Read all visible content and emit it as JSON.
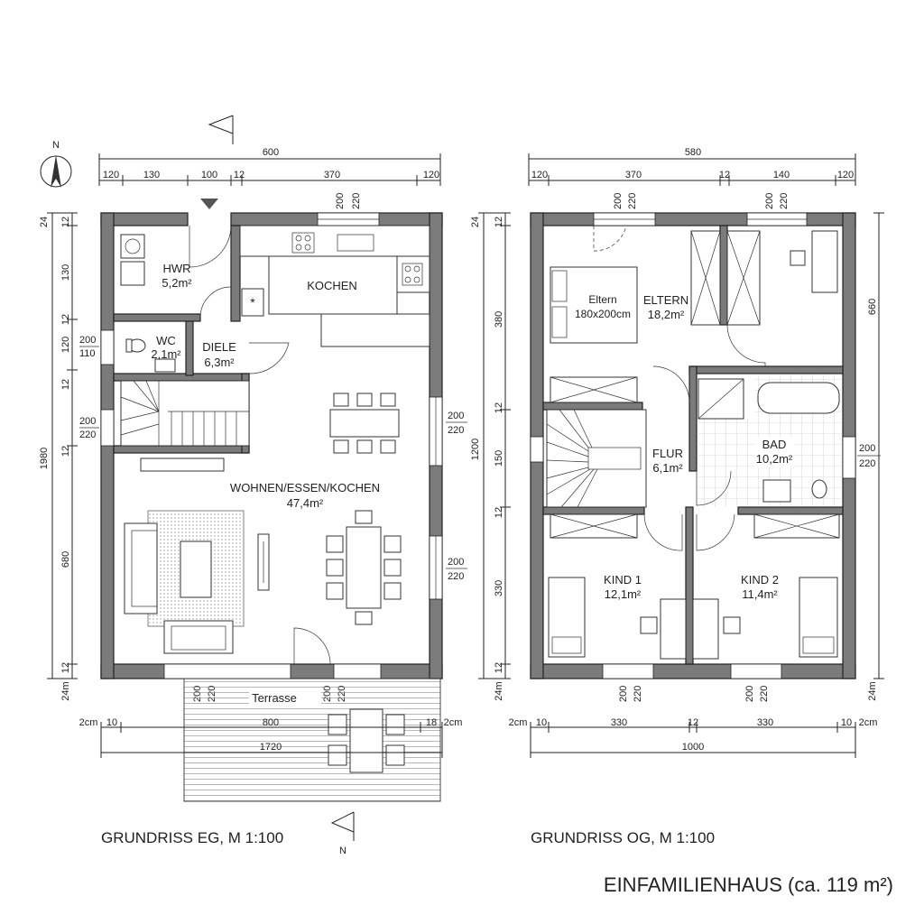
{
  "north": "N",
  "eg": {
    "title": "GRUNDRISS EG, M 1:100",
    "rooms": {
      "hwr": {
        "name": "HWR",
        "area": "5,2m²"
      },
      "kochen": {
        "name": "KOCHEN"
      },
      "wc": {
        "name": "WC",
        "area": "2,1m²"
      },
      "diele": {
        "name": "DIELE",
        "area": "6,3m²"
      },
      "wohnen": {
        "name": "WOHNEN/ESSEN/KOCHEN",
        "area": "47,4m²"
      },
      "terrasse": {
        "name": "Terrasse"
      }
    },
    "dims_top": {
      "total": "600",
      "a": "120",
      "b": "130",
      "c": "100",
      "d": "12",
      "e": "370",
      "f": "120"
    },
    "dims_left": {
      "a": "24",
      "b": "12",
      "c": "130",
      "d": "12",
      "e": "120",
      "f": "12",
      "g": "12",
      "h": "680",
      "i": "12",
      "j": "24m",
      "total": "1980"
    },
    "openings": {
      "w1a": "200",
      "w1b": "220",
      "w2a": "200",
      "w2b": "110",
      "w3a": "200",
      "w3b": "220",
      "w4a": "200",
      "w4b": "220",
      "w5a": "200",
      "w5b": "220",
      "w6a": "200",
      "w6b": "220",
      "w7a": "200",
      "w7b": "220"
    },
    "dims_bottom": {
      "a": "2cm",
      "b": "10",
      "c": "800",
      "d": "18",
      "e": "2cm",
      "total": "1720"
    }
  },
  "og": {
    "title": "GRUNDRISS OG, M 1:100",
    "rooms": {
      "eltern": {
        "name": "ELTERN",
        "area": "18,2m²"
      },
      "bed": {
        "line1": "Eltern",
        "line2": "180x200cm"
      },
      "flur": {
        "name": "FLUR",
        "area": "6,1m²"
      },
      "bad": {
        "name": "BAD",
        "area": "10,2m²"
      },
      "kind1": {
        "name": "KIND 1",
        "area": "12,1m²"
      },
      "kind2": {
        "name": "KIND 2",
        "area": "11,4m²"
      }
    },
    "dims_top": {
      "total": "580",
      "a": "120",
      "b": "370",
      "c": "12",
      "d": "140",
      "e": "120"
    },
    "dims_left": {
      "a": "24",
      "b": "12",
      "c": "380",
      "d": "12",
      "e": "150",
      "f": "12",
      "g": "330",
      "h": "12",
      "i": "24m",
      "total": "1200"
    },
    "dims_right": {
      "a": "660",
      "b": "24m"
    },
    "openings": {
      "w1a": "200",
      "w1b": "220",
      "w2a": "200",
      "w2b": "220",
      "w3a": "200",
      "w3b": "220",
      "w4a": "200",
      "w4b": "220",
      "w5a": "200",
      "w5b": "220"
    },
    "dims_bottom": {
      "a": "2cm",
      "b": "10",
      "c": "330",
      "d": "12",
      "e": "330",
      "f": "10",
      "g": "2cm",
      "total": "1000"
    }
  },
  "footer": "EINFAMILIENHAUS (ca. 119 m²)"
}
